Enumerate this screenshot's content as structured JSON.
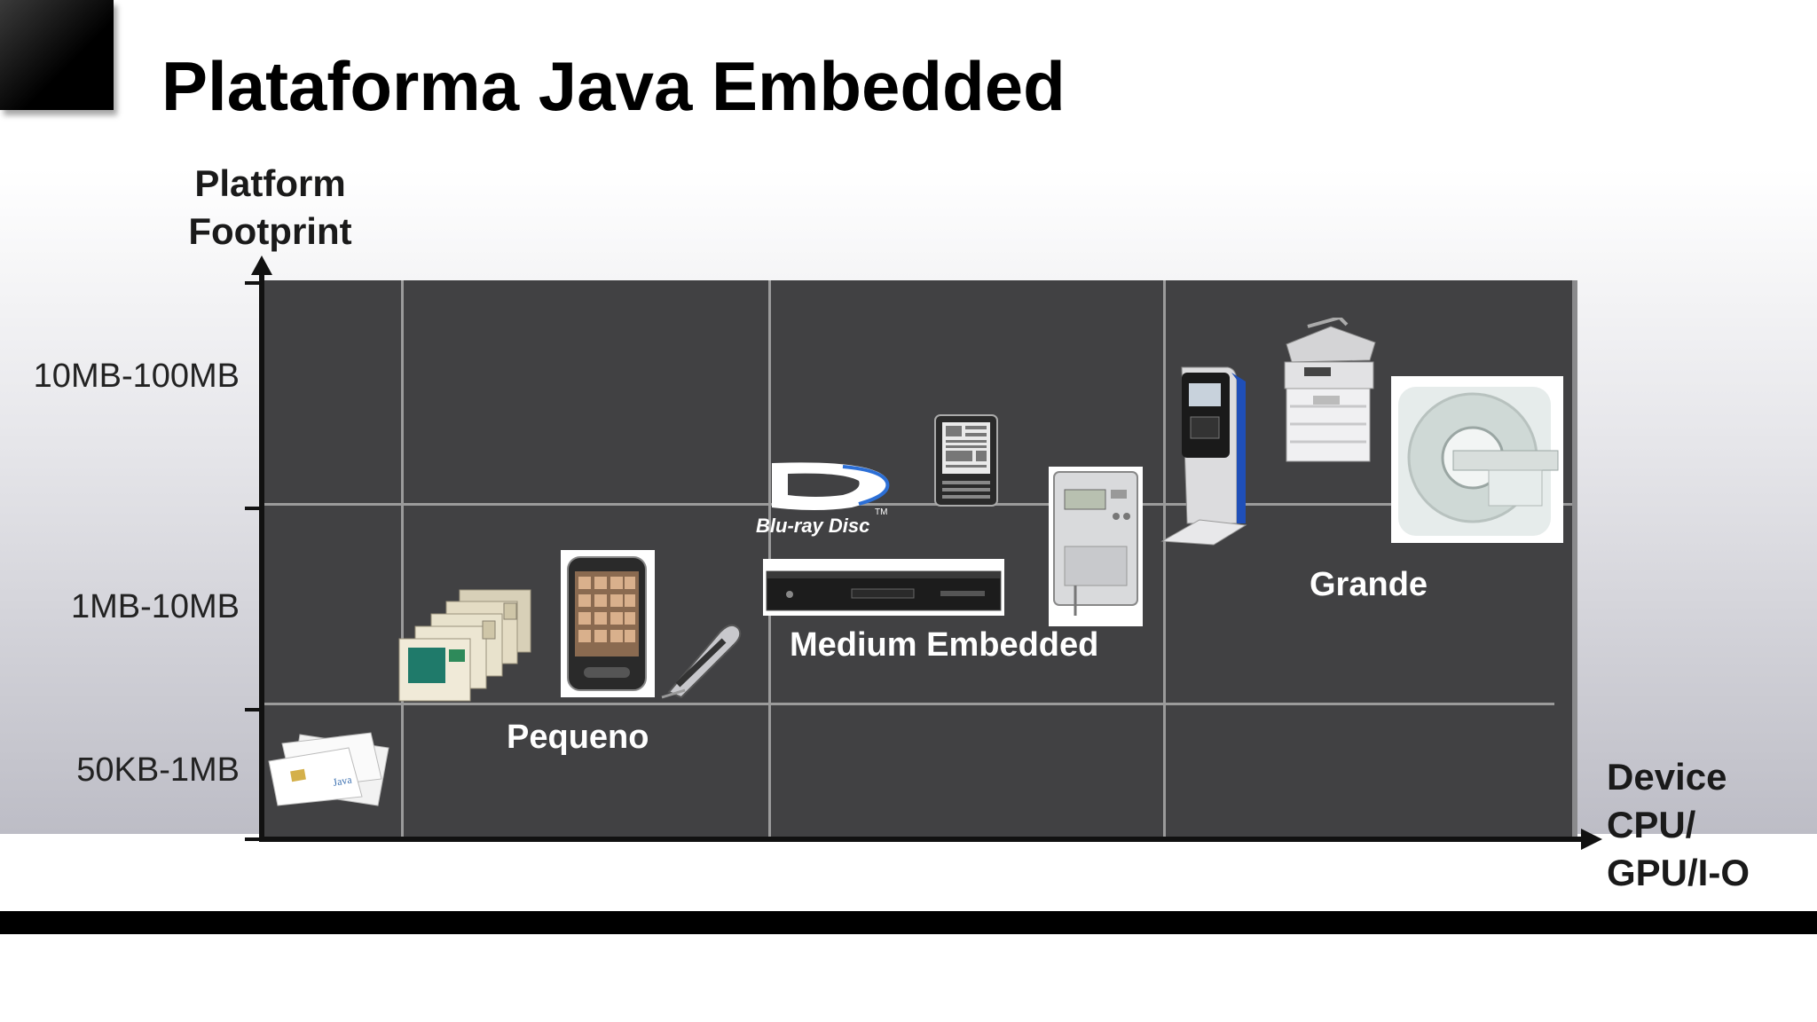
{
  "slide": {
    "title": "Plataforma Java Embedded"
  },
  "axes": {
    "y_title_line1": "Platform",
    "y_title_line2": "Footprint",
    "x_title_line1": "Device",
    "x_title_line2": "CPU/",
    "x_title_line3": "GPU/I-O",
    "y_ticks": [
      "10MB-100MB",
      "1MB-10MB",
      "50KB-1MB"
    ]
  },
  "regions": {
    "small": "Pequeno",
    "medium": "Medium Embedded",
    "large": "Grande"
  },
  "devices": {
    "java_card_text": "Java",
    "bluray_logo_text": "Blu-ray Disc",
    "bluray_tm": "TM"
  },
  "colors": {
    "chart_background": "#414143",
    "grid": "#9b9b9b",
    "bluray_blue": "#2c6fd6",
    "kiosk_blue": "#1f4fb8"
  }
}
